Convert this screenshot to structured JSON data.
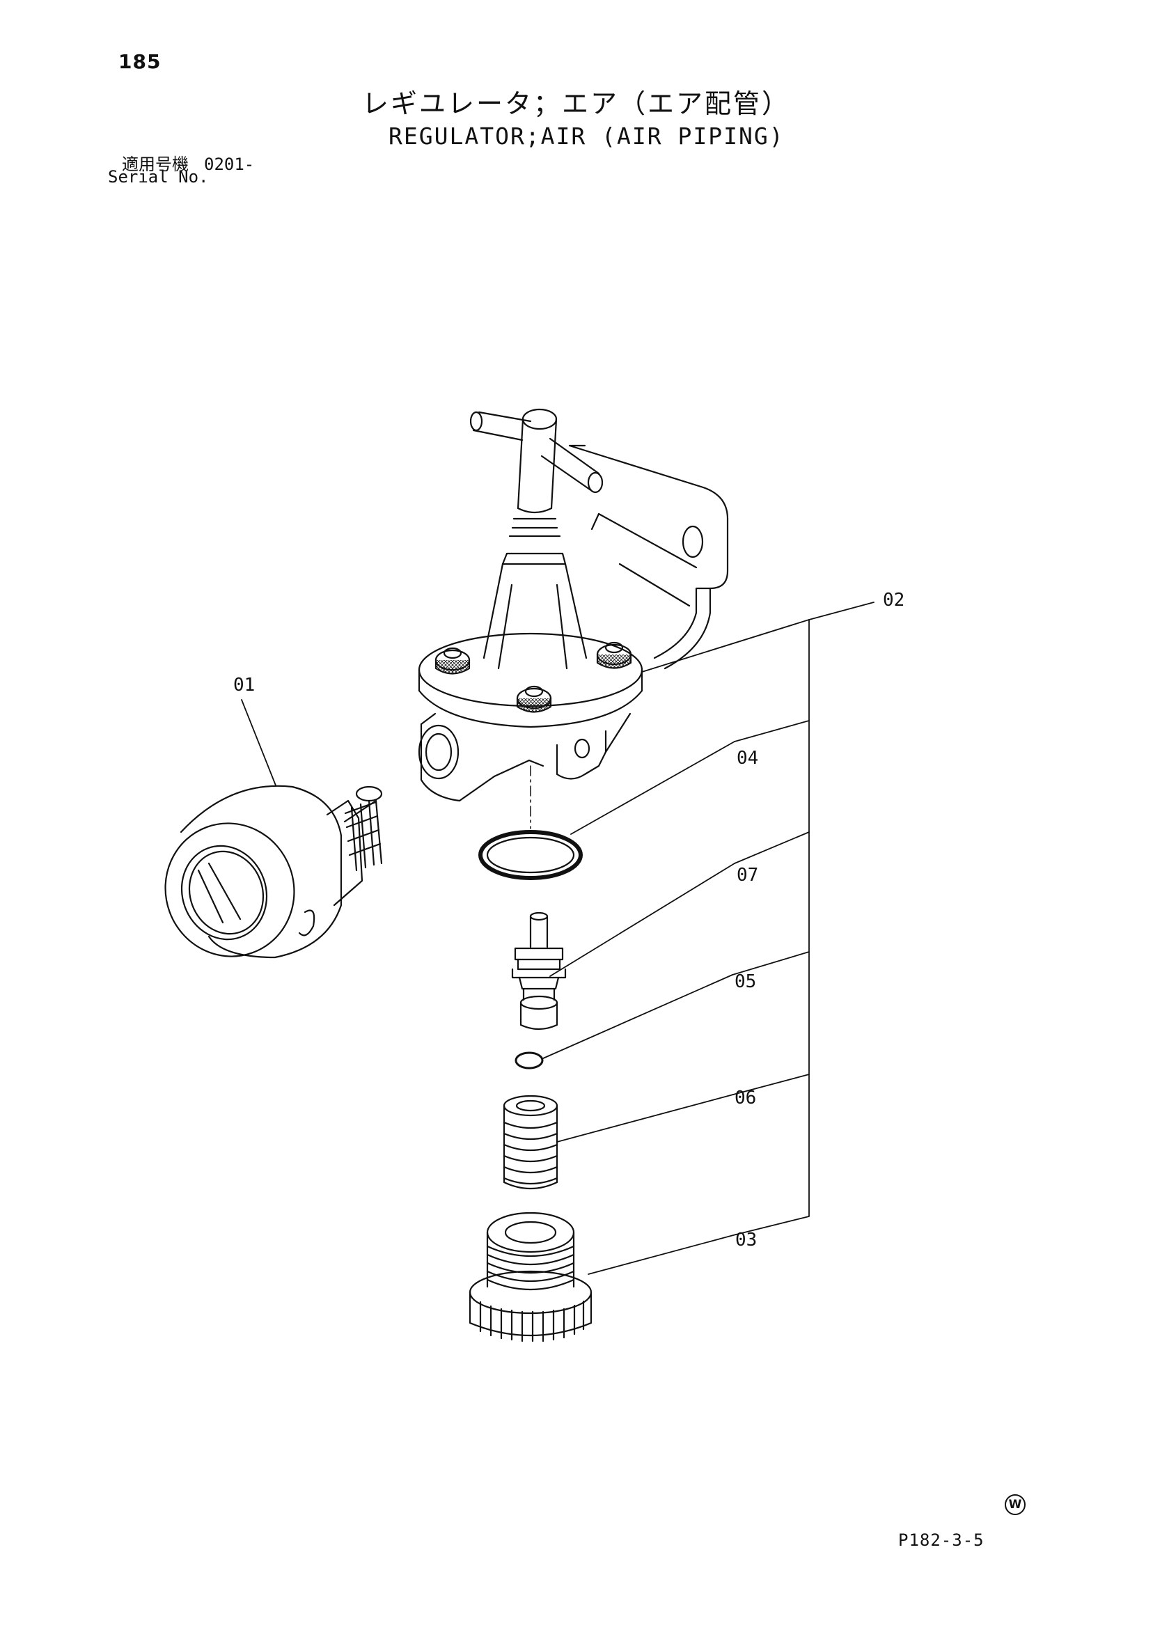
{
  "header": {
    "page_number": "185",
    "title_ja": "レギユレータ；エア（エア配管）",
    "title_en": "REGULATOR;AIR (AIR PIPING)",
    "serial_label_ja": "適用号機",
    "serial_value": "0201-",
    "serial_label_en": "Serial No."
  },
  "callouts": {
    "c01": "01",
    "c02": "02",
    "c03": "03",
    "c04": "04",
    "c05": "05",
    "c06": "06",
    "c07": "07"
  },
  "footer": {
    "mark": "W",
    "page_code": "P182-3-5"
  }
}
